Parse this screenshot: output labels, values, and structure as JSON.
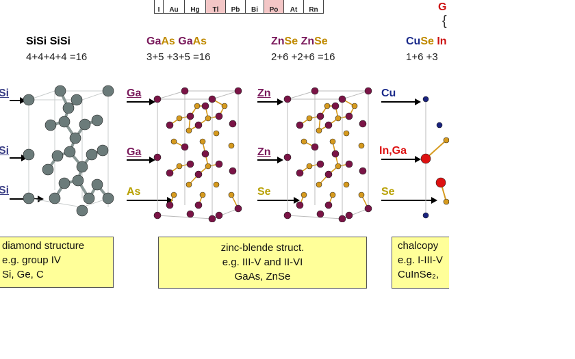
{
  "periodic_strip": {
    "cells": [
      "I",
      "Au",
      "Hg",
      "Tl",
      "Pb",
      "Bi",
      "Po",
      "At",
      "Rn"
    ],
    "highlighted": [
      "Tl",
      "Po"
    ]
  },
  "corner_label": "G",
  "columns": [
    {
      "formula_parts": [
        {
          "text": "Si",
          "color": "#000000"
        },
        {
          "text": "Si",
          "color": "#000000"
        },
        {
          "text": " ",
          "color": "#000000"
        },
        {
          "text": "Si",
          "color": "#000000"
        },
        {
          "text": "Si",
          "color": "#000000"
        }
      ],
      "sum": "4+4+4+4 =16",
      "labels": [
        "Si",
        "Si",
        "Si"
      ],
      "label_colors": [
        "#3b3f86",
        "#3b3f86",
        "#3b3f86"
      ],
      "box_lines": [
        "diamond structure",
        "e.g. group IV",
        "Si, Ge, C"
      ]
    },
    {
      "formula_parts": [
        {
          "text": "Ga",
          "color": "#7a1a5c"
        },
        {
          "text": "As",
          "color": "#c08a00"
        },
        {
          "text": " ",
          "color": "#000000"
        },
        {
          "text": "Ga",
          "color": "#7a1a5c"
        },
        {
          "text": "As",
          "color": "#c08a00"
        }
      ],
      "sum": "3+5  +3+5 =16",
      "labels": [
        "Ga",
        "Ga",
        "As"
      ],
      "label_colors": [
        "#7a1a5c",
        "#7a1a5c",
        "#b8a000"
      ],
      "box_lines": [
        "zinc-blende struct.",
        "e.g. III-V and II-VI",
        "GaAs, ZnSe"
      ]
    },
    {
      "formula_parts": [
        {
          "text": "Zn",
          "color": "#7a1a5c"
        },
        {
          "text": "Se",
          "color": "#c08a00"
        },
        {
          "text": " ",
          "color": "#000000"
        },
        {
          "text": "Zn",
          "color": "#7a1a5c"
        },
        {
          "text": "Se",
          "color": "#c08a00"
        }
      ],
      "sum": "2+6  +2+6 =16",
      "labels": [
        "Zn",
        "Zn",
        "Se"
      ],
      "label_colors": [
        "#7a1a5c",
        "#7a1a5c",
        "#b8a000"
      ]
    },
    {
      "formula_parts": [
        {
          "text": "Cu",
          "color": "#1a2a8a"
        },
        {
          "text": "Se",
          "color": "#c08a00"
        },
        {
          "text": " ",
          "color": "#000000"
        },
        {
          "text": "In",
          "color": "#cc1111"
        }
      ],
      "sum": "1+6  +3",
      "labels": [
        "Cu",
        "In,Ga",
        "Se"
      ],
      "label_colors": [
        "#1a2a8a",
        "#dd1111",
        "#b8a000"
      ],
      "box_lines": [
        "chalcopy",
        "e.g. I-III-V",
        "CuInSe₂,"
      ]
    }
  ],
  "colors": {
    "si_atom": "#6b7b7a",
    "ga_atom": "#7a1446",
    "as_atom": "#d69a1e",
    "cu_atom": "#1a237e",
    "in_atom": "#dd1111",
    "box_fill": "#ffff99"
  }
}
